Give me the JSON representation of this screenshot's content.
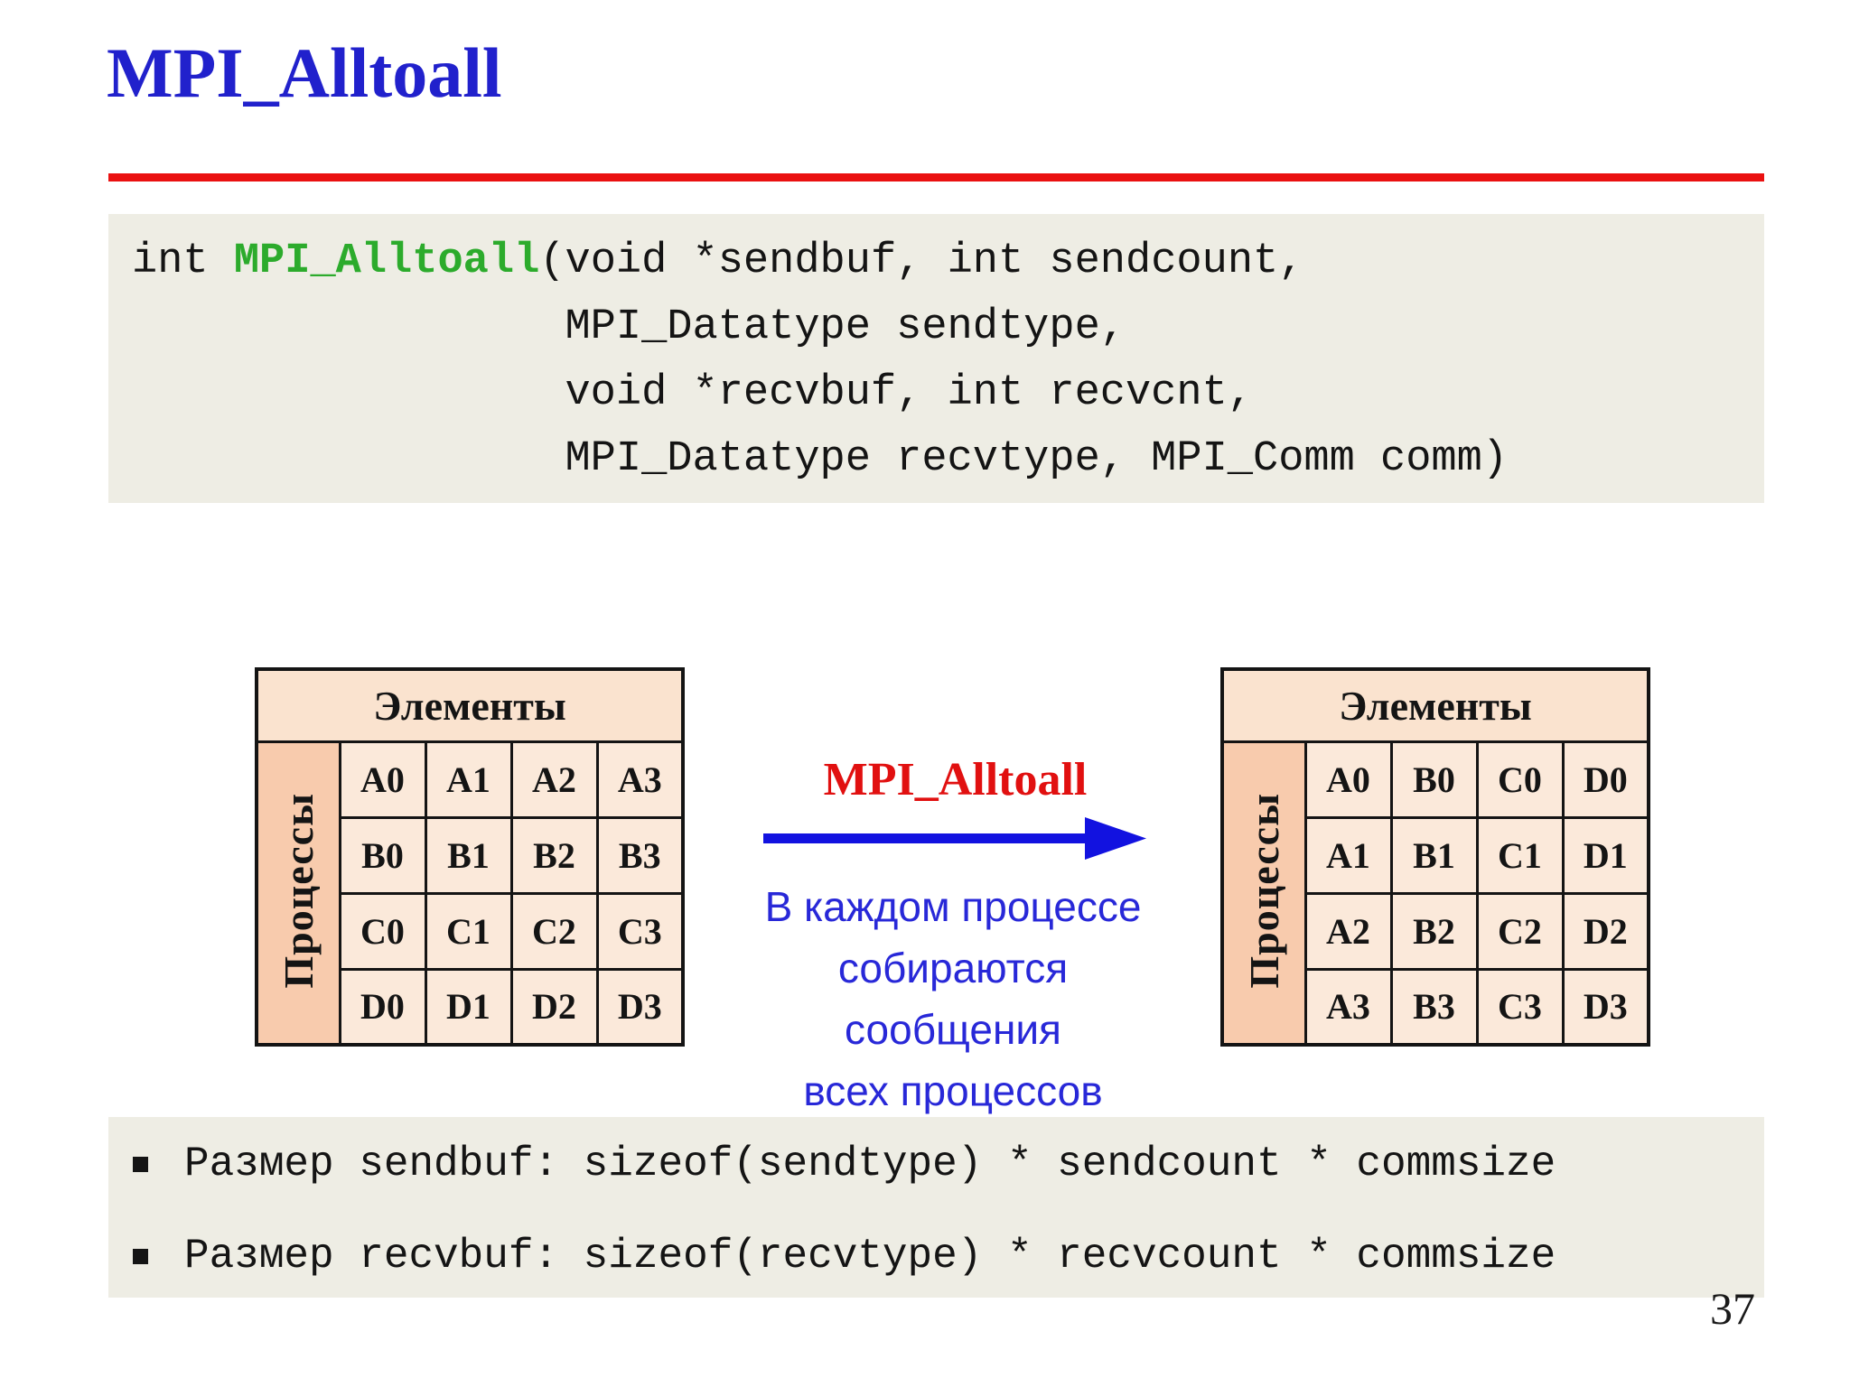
{
  "slide": {
    "title": "MPI_Alltoall",
    "page_number": "37"
  },
  "code_block": {
    "line1_pre": "int ",
    "line1_keyword": "MPI_Alltoall",
    "line1_post": "(void *sendbuf, int sendcount,",
    "line2": "                 MPI_Datatype sendtype,",
    "line3": "                 void *recvbuf, int recvcnt,",
    "line4": "                 MPI_Datatype recvtype, MPI_Comm comm)"
  },
  "left_table": {
    "header": "Элементы",
    "row_label": "Процессы",
    "rows": [
      [
        "A0",
        "A1",
        "A2",
        "A3"
      ],
      [
        "B0",
        "B1",
        "B2",
        "B3"
      ],
      [
        "C0",
        "C1",
        "C2",
        "C3"
      ],
      [
        "D0",
        "D1",
        "D2",
        "D3"
      ]
    ]
  },
  "right_table": {
    "header": "Элементы",
    "row_label": "Процессы",
    "rows": [
      [
        "A0",
        "B0",
        "C0",
        "D0"
      ],
      [
        "A1",
        "B1",
        "C1",
        "D1"
      ],
      [
        "A2",
        "B2",
        "C2",
        "D2"
      ],
      [
        "A3",
        "B3",
        "C3",
        "D3"
      ]
    ]
  },
  "transform": {
    "label": "MPI_Alltoall",
    "description_lines": [
      "В каждом процессе",
      "собираются сообщения",
      "всех процессов"
    ]
  },
  "bullets": [
    "Размер sendbuf: sizeof(sendtype) * sendcount * commsize",
    "Размер recvbuf: sizeof(recvtype) * recvcount * commsize"
  ],
  "colors": {
    "title_blue": "#2121cc",
    "rule_red": "#ea1111",
    "keyword_green": "#2cab2c",
    "op_label_red": "#e11010",
    "arrow_blue": "#1212e0",
    "description_blue": "#2828d8",
    "table_header_bg": "#fae3cf",
    "table_row_label_bg": "#f8cbad",
    "table_cell_bg": "#fbe9da",
    "box_bg": "#eeede4"
  }
}
